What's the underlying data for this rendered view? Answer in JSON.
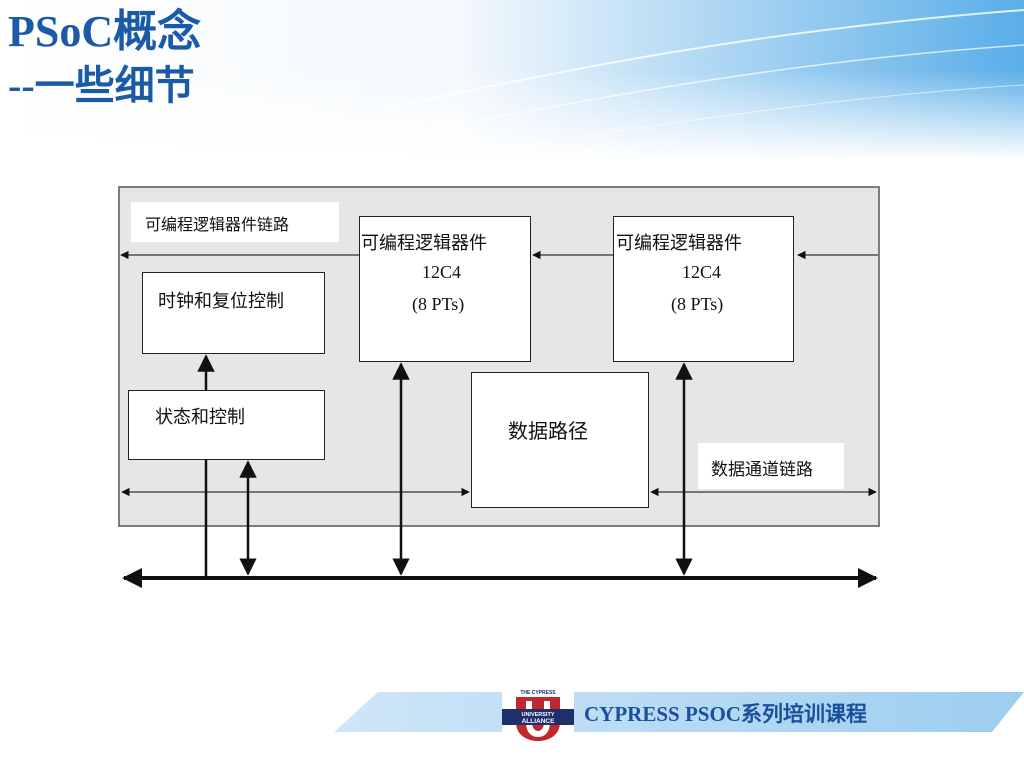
{
  "slide": {
    "title_line1": "PSoC概念",
    "title_line2": "--一些细节"
  },
  "diagram": {
    "link_top_label": "可编程逻辑器件链路",
    "clock_reset": "时钟和复位控制",
    "status_control": "状态和控制",
    "pld1": {
      "name": "可编程逻辑器件",
      "part": "12C4",
      "pts": "(8 PTs)"
    },
    "pld2": {
      "name": "可编程逻辑器件",
      "part": "12C4",
      "pts": "(8 PTs)"
    },
    "datapath": "数据路径",
    "datapath_link": "数据通道链路"
  },
  "footer": {
    "logo_text_top": "THE CYPRESS",
    "logo_text_mid": "UNIVERSITY",
    "logo_text_bottom": "ALLIANCE",
    "course_title": "CYPRESS  PSOC系列培训课程"
  },
  "colors": {
    "title_blue": "#1a5aa6",
    "panel_gray": "#e6e6e6",
    "footer_blue": "#1a4f9a",
    "logo_red": "#c0282d",
    "logo_navy": "#1f2f6b"
  }
}
